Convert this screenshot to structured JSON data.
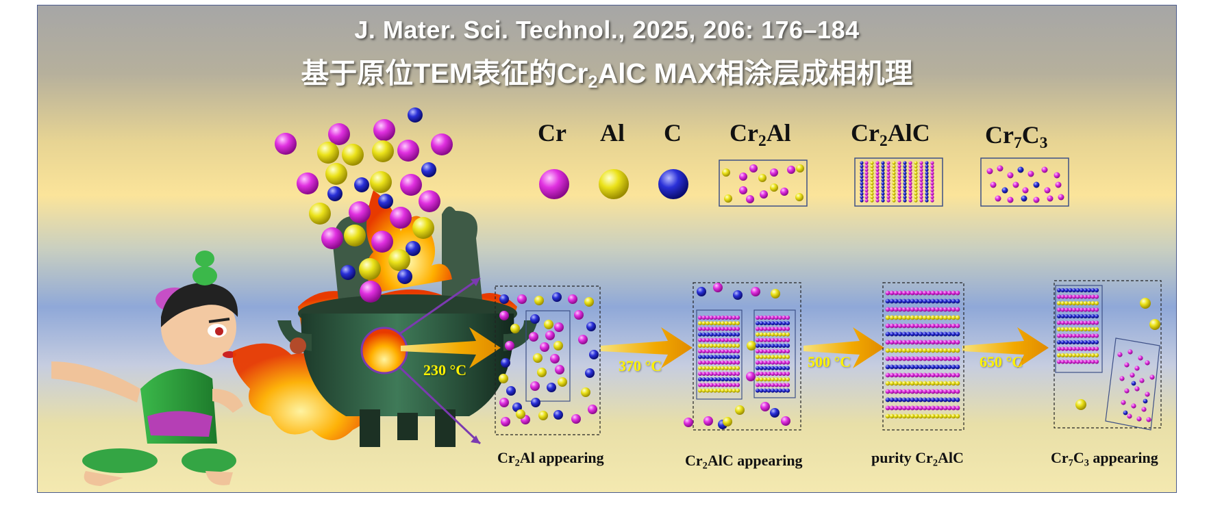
{
  "header": {
    "line1": "J. Mater. Sci. Technol., 2025, 206: 176–184",
    "line2_pre": "基于原位TEM表征的Cr",
    "line2_sub": "2",
    "line2_post": "AlC MAX相涂层成相机理"
  },
  "legend": [
    {
      "pre": "Cr",
      "sub": "",
      "post": "",
      "color": "#d61fd6"
    },
    {
      "pre": "Al",
      "sub": "",
      "post": "",
      "color": "#e8e010"
    },
    {
      "pre": "C",
      "sub": "",
      "post": "",
      "color": "#2327c8"
    },
    {
      "pre": "Cr",
      "sub": "2",
      "post": "Al"
    },
    {
      "pre": "Cr",
      "sub": "2",
      "post": "AlC"
    },
    {
      "pre": "Cr",
      "sub": "7",
      "post": "C",
      "sub2": "3"
    }
  ],
  "temperatures": [
    "230 °C",
    "370 °C",
    "500 °C",
    "650 °C"
  ],
  "captions": [
    {
      "pre": "Cr",
      "sub": "2",
      "post": "Al appearing"
    },
    {
      "pre": "Cr",
      "sub": "2",
      "post": "AlC appearing"
    },
    {
      "pre": "purity Cr",
      "sub": "2",
      "post": "AlC"
    },
    {
      "pre": "Cr",
      "sub": "7",
      "post": "C",
      "sub2": "3",
      "post2": " appearing"
    }
  ],
  "colors": {
    "cr": "#d61fd6",
    "al": "#e8e010",
    "c": "#2327c8",
    "arrow": "#f2a900",
    "temp_text": "#fff200"
  }
}
